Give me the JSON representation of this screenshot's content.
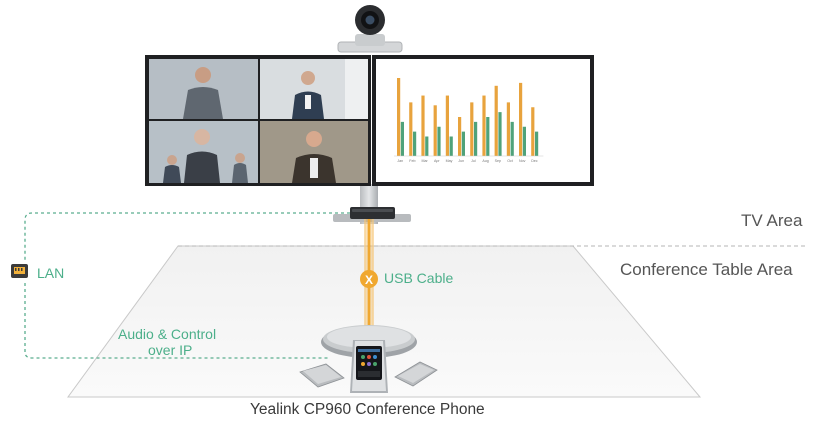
{
  "zones": {
    "tv_area": "TV Area",
    "table_area": "Conference Table Area"
  },
  "connections": {
    "lan": "LAN",
    "usb": "USB Cable",
    "usb_marker": "X",
    "audio_control": [
      "Audio & Control",
      "over IP"
    ]
  },
  "device": {
    "caption": "Yealink CP960 Conference Phone"
  },
  "screen_chart": {
    "months": [
      "Jan",
      "Feb",
      "Mar",
      "Apr",
      "May",
      "Jun",
      "Jul",
      "Aug",
      "Sep",
      "Oct",
      "Nov",
      "Dec"
    ],
    "orange": [
      80,
      55,
      62,
      52,
      62,
      40,
      55,
      62,
      72,
      55,
      75,
      50
    ],
    "green": [
      35,
      25,
      20,
      30,
      20,
      25,
      35,
      40,
      45,
      35,
      30,
      25
    ]
  },
  "colors": {
    "usb": "#f0a830",
    "lan_line": "#5bae8f",
    "chart_orange": "#e8a33d",
    "chart_green": "#4fa27a"
  }
}
